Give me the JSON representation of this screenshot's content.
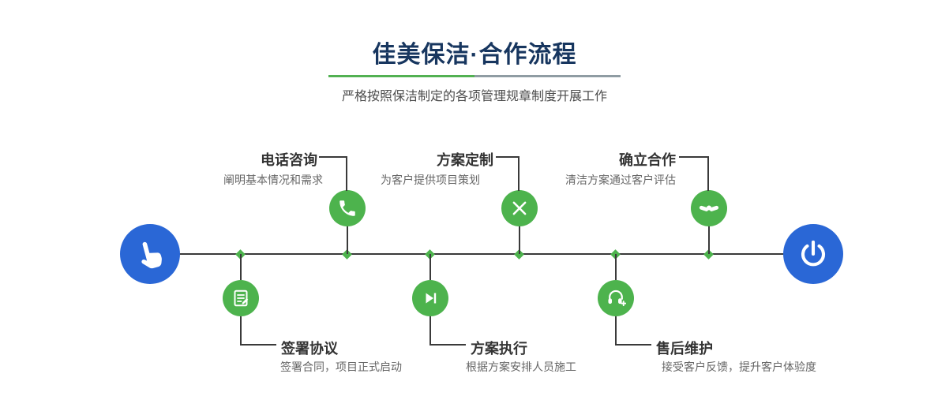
{
  "header": {
    "title": "佳美保洁·合作流程",
    "subtitle": "严格按照保洁制定的各项管理规章制度开展工作"
  },
  "colors": {
    "green": "#4db34d",
    "blue": "#2a67d6",
    "navy": "#17365f"
  },
  "timeline": {
    "start_icon": "hand-pointer-icon",
    "end_icon": "power-icon",
    "steps_top": [
      {
        "label": "电话咨询",
        "desc": "阐明基本情况和需求",
        "icon": "phone-icon"
      },
      {
        "label": "方案定制",
        "desc": "为客户提供项目策划",
        "icon": "design-tools-icon"
      },
      {
        "label": "确立合作",
        "desc": "清洁方案通过客户评估",
        "icon": "handshake-icon"
      }
    ],
    "steps_bottom": [
      {
        "label": "签署协议",
        "desc": "签署合同，项目正式启动",
        "icon": "contract-icon"
      },
      {
        "label": "方案执行",
        "desc": "根据方案安排人员施工",
        "icon": "play-next-icon"
      },
      {
        "label": "售后维护",
        "desc": "接受客户反馈，提升客户体验度",
        "icon": "headset-plus-icon"
      }
    ]
  }
}
